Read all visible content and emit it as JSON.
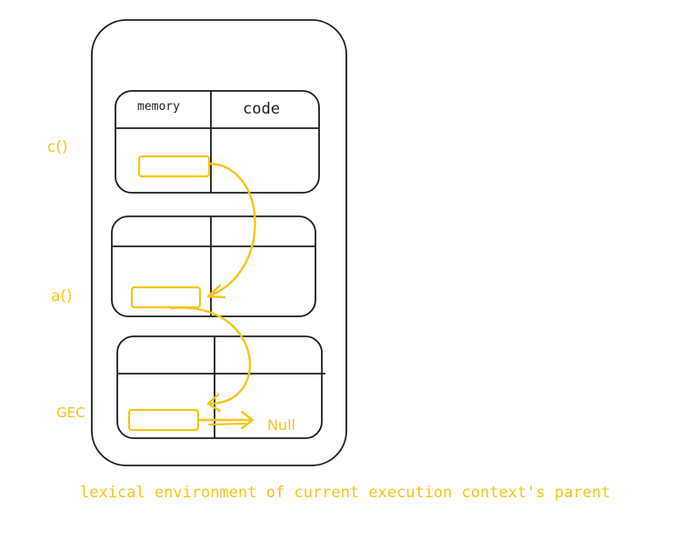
{
  "diagram": {
    "headers": {
      "memory": "memory",
      "code": "code"
    },
    "contexts": [
      {
        "label": "c()"
      },
      {
        "label": "a()"
      },
      {
        "label": "GEC"
      }
    ],
    "null_label": "Null",
    "caption": "lexical environment of current execution context's parent",
    "colors": {
      "ink": "#1e1e1e",
      "accent": "#f5c518"
    }
  }
}
